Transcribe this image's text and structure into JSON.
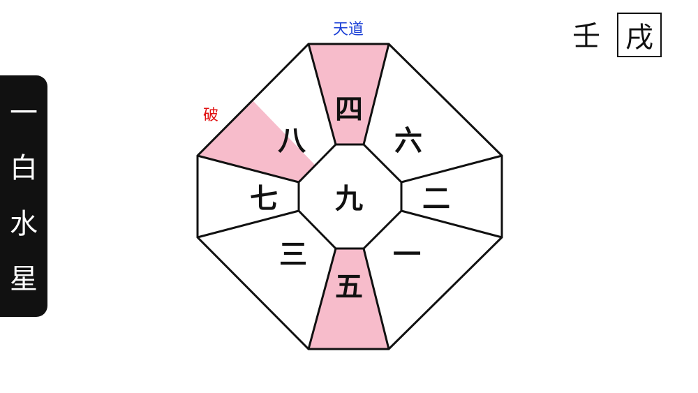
{
  "side_label": {
    "chars": [
      "一",
      "白",
      "水",
      "星"
    ]
  },
  "header": {
    "stem": "壬",
    "branch": "戌"
  },
  "diagram": {
    "center": "九",
    "sectors": {
      "n": "四",
      "ne": "六",
      "e": "二",
      "se": "一",
      "s": "五",
      "sw": "三",
      "w": "七",
      "nw": "八"
    },
    "labels": {
      "tendo": "天道",
      "ha": "破"
    },
    "colors": {
      "highlight": "#f7bccb",
      "tendo": "#1a3fd6",
      "ha": "#e01010",
      "line": "#111111"
    }
  }
}
